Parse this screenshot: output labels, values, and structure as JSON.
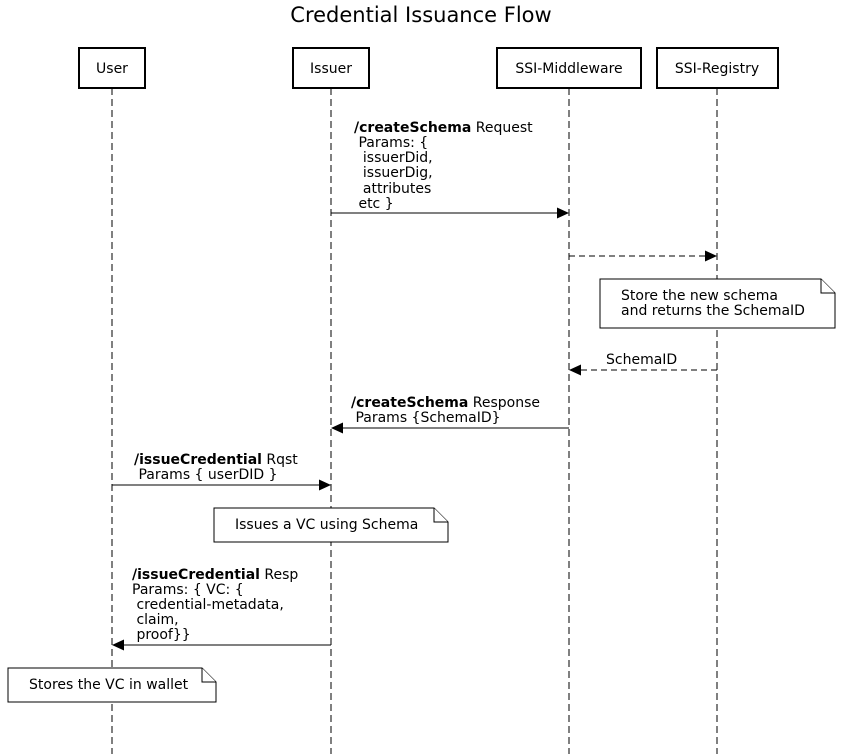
{
  "title": "Credential Issuance Flow",
  "actors": {
    "user": "User",
    "issuer": "Issuer",
    "middleware": "SSI-Middleware",
    "registry": "SSI-Registry"
  },
  "messages": {
    "create_schema_request": {
      "bold": "/createSchema",
      "rest": " Request",
      "lines": [
        " Params: {",
        "  issuerDid,",
        "  issuerDig,",
        "  attributes",
        " etc }"
      ]
    },
    "create_schema_response": {
      "bold": "/createSchema",
      "rest": " Response",
      "lines": [
        " Params {SchemaID}"
      ]
    },
    "schema_id_return": {
      "label": "SchemaID"
    },
    "issue_credential_request": {
      "bold": "/issueCredential",
      "rest": " Rqst",
      "lines": [
        " Params { userDID }"
      ]
    },
    "issue_credential_response": {
      "bold": "/issueCredential",
      "rest": " Resp",
      "lines": [
        "Params: { VC: {",
        " credential-metadata,",
        " claim,",
        " proof}}"
      ]
    }
  },
  "notes": {
    "store_schema": [
      "Store the new schema",
      "and returns the SchemaID"
    ],
    "issue_vc": [
      "Issues a VC using Schema"
    ],
    "store_vc": [
      "Stores the VC in wallet"
    ]
  }
}
